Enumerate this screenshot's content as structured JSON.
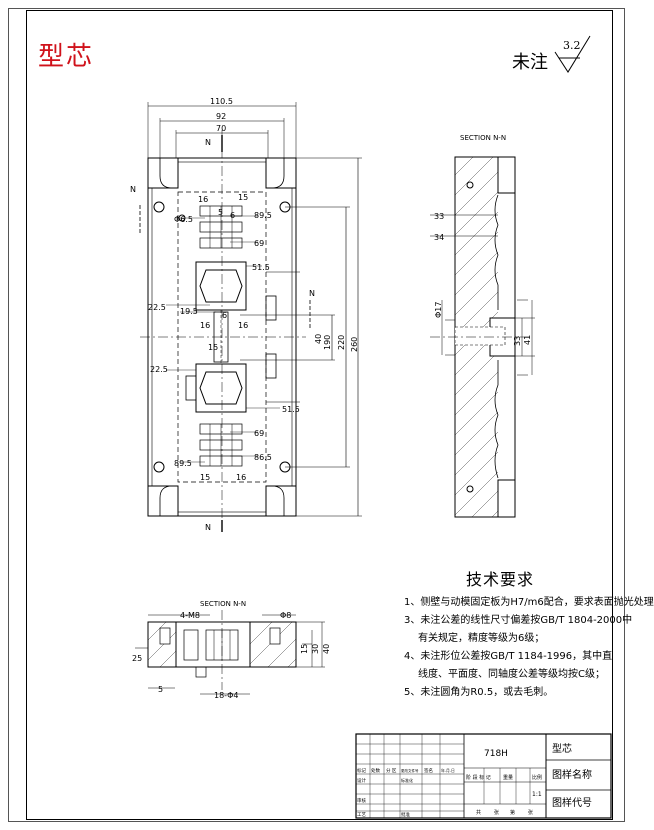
{
  "header": {
    "title": "型芯",
    "roughness_prefix": "未注",
    "roughness_value": "3.2"
  },
  "views": {
    "plan": {
      "section_marker": "N",
      "dim_top": [
        "110.5",
        "92",
        "70"
      ],
      "dim_right": [
        "220",
        "260",
        "190",
        "40"
      ],
      "dim_labels": [
        "16",
        "15",
        "5",
        "6",
        "89.5",
        "69",
        "51.5",
        "22.5",
        "19.5",
        "16",
        "6",
        "16",
        "15",
        "22.5",
        "51.5",
        "69",
        "86.5",
        "89.5",
        "15",
        "16"
      ],
      "hole_label": "Φ6.5"
    },
    "side": {
      "title": "SECTION N-N",
      "dims": [
        "33",
        "34",
        "Φ17",
        "33",
        "41"
      ]
    },
    "front": {
      "title": "SECTION N-N",
      "dims": [
        "4-M8",
        "Φ8",
        "25",
        "15",
        "30",
        "40",
        "5",
        "18-Φ4"
      ]
    }
  },
  "tech": {
    "title": "技术要求",
    "notes": [
      "1、侧壁与动模固定板为H7/m6配合，要求表面抛光处理；",
      "3、未注公差的线性尺寸偏差按GB/T 1804-2000中",
      "有关规定，精度等级为6级；",
      "4、未注形位公差按GB/T 1184-1996，其中直",
      "线度、平面度、同轴度公差等级均按C级；",
      "5、未注圆角为R0.5，或去毛刺。"
    ]
  },
  "titleblock": {
    "material": "718H",
    "part_name": "型芯",
    "name_label": "图样名称",
    "code_label": "图样代号",
    "stage_labels": [
      "阶 段 标 记",
      "重量",
      "比例"
    ],
    "scale": "1:1",
    "sheet_labels": [
      "共",
      "张",
      "第",
      "张"
    ],
    "roles": [
      "标记",
      "处数",
      "分 区",
      "更改文件号",
      "签名",
      "年.月.日",
      "设计",
      "标准化",
      "审核",
      "工艺",
      "批准"
    ]
  }
}
